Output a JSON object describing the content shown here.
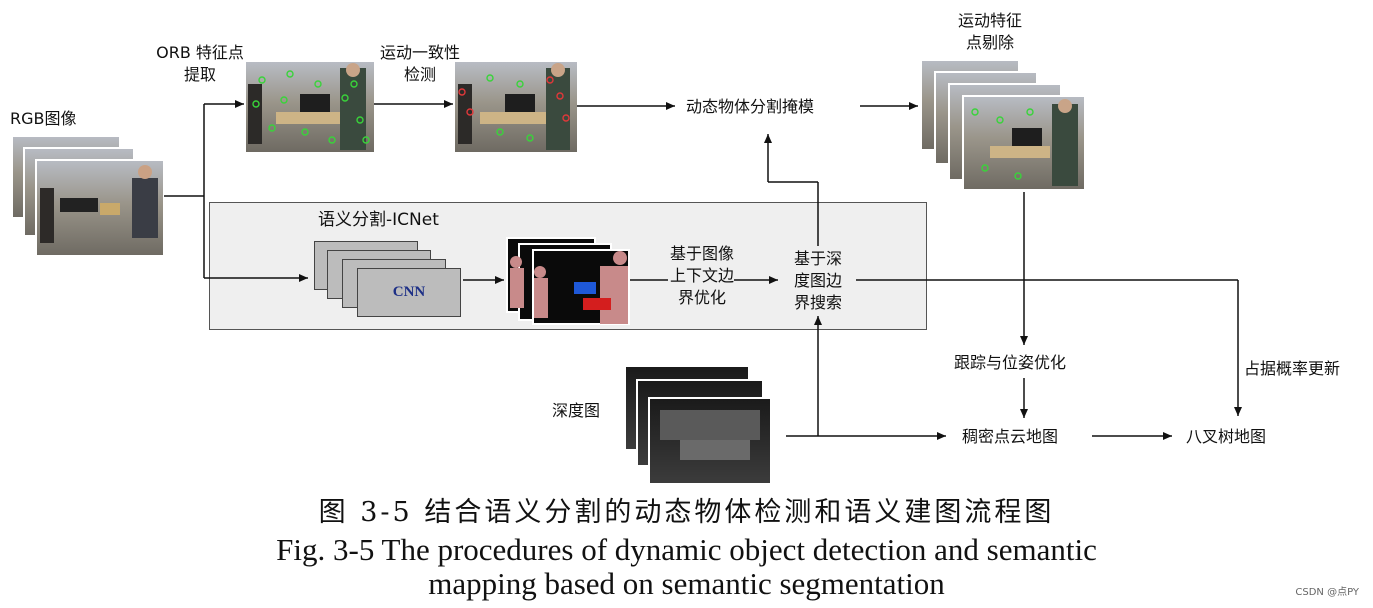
{
  "diagram": {
    "nodes": {
      "rgb_image": "RGB图像",
      "orb_extract": [
        "ORB 特征点",
        "提取"
      ],
      "motion_consistency": [
        "运动一致性",
        "检测"
      ],
      "dynamic_mask": "动态物体分割掩模",
      "remove_motion_features": [
        "运动特征",
        "点剔除"
      ],
      "semantic_seg": "语义分割-ICNet",
      "cnn": "CNN",
      "image_context_opt": [
        "基于图像",
        "上下文边",
        "界优化"
      ],
      "depth_boundary_search": [
        "基于深",
        "度图边",
        "界搜索"
      ],
      "tracking_pose_opt": "跟踪与位姿优化",
      "occupancy_update": "占据概率更新",
      "depth_image": "深度图",
      "dense_pointcloud_map": "稠密点云地图",
      "octree_map": "八叉树地图"
    }
  },
  "caption": {
    "zh": "图 3-5 结合语义分割的动态物体检测和语义建图流程图",
    "en_line1": "Fig. 3-5 The procedures of dynamic object detection and semantic",
    "en_line2": "mapping based on semantic segmentation"
  },
  "watermark": "CSDN @点PY"
}
